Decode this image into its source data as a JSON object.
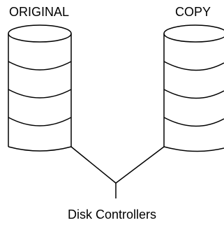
{
  "diagram": {
    "disks": [
      {
        "label": "ORIGINAL",
        "platters": 5
      },
      {
        "label": "COPY",
        "platters": 5
      }
    ],
    "controller_label": "Disk Controllers"
  }
}
